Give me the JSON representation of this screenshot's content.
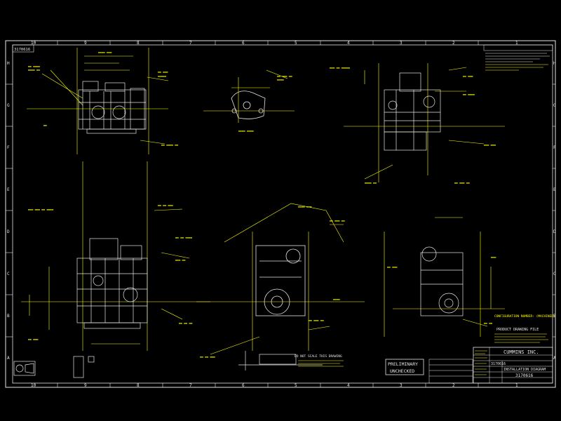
{
  "drawing": {
    "zones_top": [
      "10",
      "9",
      "8",
      "7",
      "6",
      "5",
      "4",
      "3",
      "2",
      "1"
    ],
    "zones_side": [
      "H",
      "G",
      "F",
      "E",
      "D",
      "C",
      "B",
      "A"
    ],
    "corner_label": "3170616",
    "stamp_line1": "PRELIMINARY",
    "stamp_line2": "UNCHECKED",
    "notice": "DO NOT SCALE THIS DRAWING",
    "title_company": "CUMMINS INC.",
    "title_name": "INSTALLATION DIAGRAM",
    "title_number": "3170616",
    "title_sheet": "3170616",
    "product_line": "PRODUCT DRAWING FILE",
    "configuration_label": "CONFIGURATION NUMBER: (MACHINED)",
    "colors": {
      "background": "#000000",
      "lines": "#e6e6e6",
      "annotation": "#ffff00"
    }
  }
}
